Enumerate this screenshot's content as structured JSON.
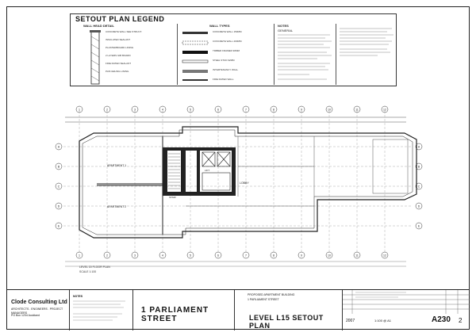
{
  "legend": {
    "title": "SETOUT PLAN LEGEND",
    "wall_head_detail": "WALL HEAD DETAIL",
    "wall_types": "WALL TYPES",
    "notes": "NOTES",
    "notes_sub": "GENERAL",
    "detail_notes": [
      "CONCRETE WALL SEE STRUCT.",
      "INSULATED SEALANT",
      "PLASTERBOARD LINING",
      "2 LAYERS GIB BOARD",
      "FIRE RATED SEALANT",
      "PLB CEILING LINING"
    ],
    "wall_type_notes": [
      "CONCRETE WALL 150MM",
      "CONCRETE WALL 200MM",
      "TIMBER FRAMED 90MM",
      "STEEL STUD 92MM",
      "INTERTENANCY WALL",
      "FIRE RATED WALL"
    ]
  },
  "plan": {
    "caption": "LEVEL 15 FLOOR PLAN",
    "scale": "SCALE 1:100",
    "grid_labels": [
      "1",
      "2",
      "3",
      "4",
      "5",
      "6",
      "7",
      "8",
      "9",
      "10",
      "11",
      "12"
    ],
    "row_labels": [
      "A",
      "B",
      "C",
      "D",
      "E"
    ],
    "room_labels": [
      "APARTMENT 1",
      "APARTMENT 2",
      "LOBBY",
      "STAIR",
      "LIFT"
    ]
  },
  "titleblock": {
    "firm": "Clode Consulting Ltd",
    "firm_sub": "ARCHITECTS . ENGINEERS . PROJECT MANAGERS",
    "firm_contact": "PO Box 1234 Auckland",
    "notes_head": "NOTES",
    "project_name": "1 PARLIAMENT STREET",
    "proposed": "PROPOSED APARTMENT BUILDING",
    "address": "1 PARLIAMENT STREET",
    "drawing_title": "LEVEL L15 SETOUT PLAN",
    "drawing_number": "A230",
    "revision": "2",
    "job_number": "2007",
    "scale": "1:100 @ A1"
  }
}
